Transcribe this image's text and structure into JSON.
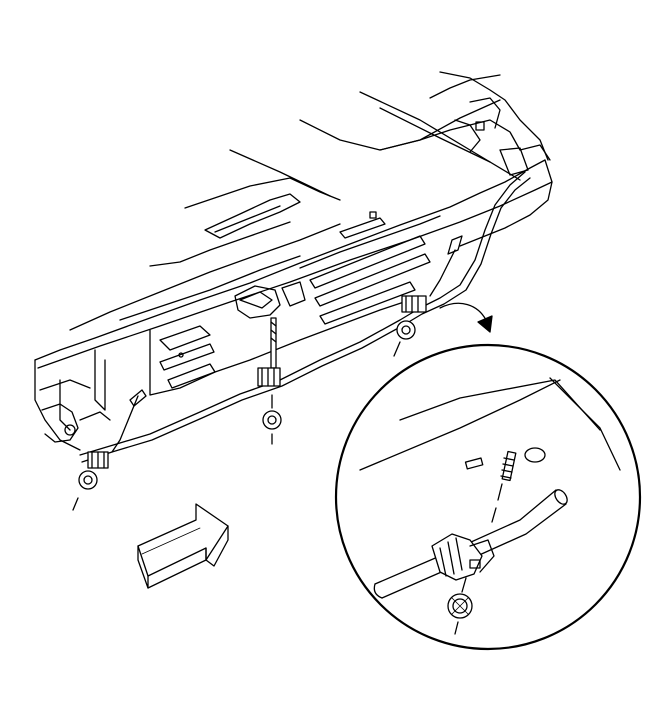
{
  "diagram": {
    "description_text": "",
    "colors": {
      "ink": "#000000",
      "paper": "#ffffff",
      "shade": "#555555"
    },
    "parts": {
      "vehicle_underbody": "rear-underbody-panel",
      "brake_line_pipe": "brake-pipe",
      "retainer_nuts": 3,
      "studs": 3,
      "direction_arrow": "view-direction-arrow",
      "detail_callout": "detail-inset-circle"
    }
  }
}
